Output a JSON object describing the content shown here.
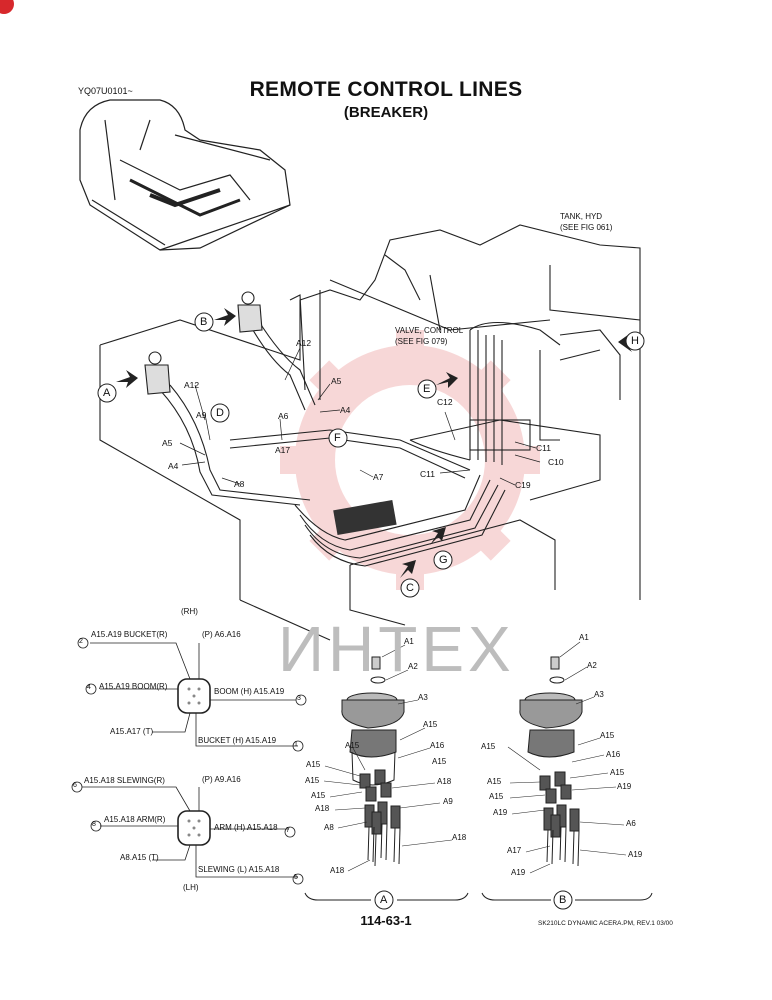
{
  "header": {
    "doc_code": "YQ07U0101~",
    "title": "REMOTE CONTROL LINES",
    "subtitle": "(BREAKER)"
  },
  "callouts": {
    "tank_line1": "TANK, HYD",
    "tank_line2": "(SEE FIG 061)",
    "valve_line1": "VALVE, CONTROL",
    "valve_line2": "(SEE FIG 079)",
    "view_letters": [
      "A",
      "B",
      "C",
      "D",
      "E",
      "F",
      "G",
      "H"
    ]
  },
  "main_labels": [
    "A12",
    "A5",
    "A4",
    "A6",
    "A17",
    "A8",
    "A7",
    "A9",
    "C12",
    "C11",
    "C10",
    "C19"
  ],
  "schematic_top": {
    "rh": "(RH)",
    "p": "(P) A6.A16",
    "line2": "A15.A19 BUCKET(R)",
    "line4": "A15.A19 BOOM(R)",
    "line3": "BOOM (H) A15.A19",
    "t": "A15.A17 (T)",
    "line1": "BUCKET (H) A15.A19",
    "num2": "2",
    "num4": "4",
    "num3": "3",
    "num1": "1"
  },
  "schematic_bottom": {
    "lh": "(LH)",
    "p": "(P) A9.A16",
    "line6": "A15.A18 SLEWING(R)",
    "line8": "A15.A18 ARM(R)",
    "line7": "ARM (H) A15.A18",
    "t": "A8.A15  (T)",
    "line5": "SLEWING (L) A15.A18",
    "num6": "6",
    "num8": "8",
    "num7": "7",
    "num5": "5"
  },
  "detail_a": {
    "letter": "A",
    "labels": [
      "A1",
      "A2",
      "A3",
      "A15",
      "A16",
      "A15",
      "A15",
      "A15",
      "A18",
      "A18",
      "A9",
      "A8",
      "A18",
      "A18"
    ]
  },
  "detail_b": {
    "letter": "B",
    "labels": [
      "A1",
      "A2",
      "A3",
      "A15",
      "A15",
      "A16",
      "A15",
      "A15",
      "A19",
      "A19",
      "A6",
      "A17",
      "A19",
      "A19"
    ]
  },
  "footer": {
    "page_number": "114-63-1",
    "file_info": "SK210LC DYNAMIC ACERA.PM,  REV.1 03/00"
  },
  "watermark": "ИНТЕХ",
  "colors": {
    "watermark_red": "#f2b8b8",
    "watermark_gray": "#bdbdbd",
    "logo_red": "#d7282c"
  }
}
